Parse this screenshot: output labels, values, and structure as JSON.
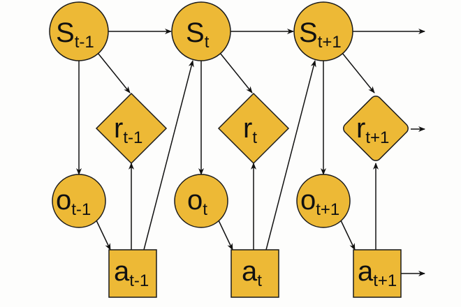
{
  "colors": {
    "node_fill": "#edb936",
    "stroke": "#1a1a1a"
  },
  "columns": [
    {
      "state": {
        "symbol": "S",
        "sub": "t-1"
      },
      "reward": {
        "symbol": "r",
        "sub": "t-1"
      },
      "observation": {
        "symbol": "o",
        "sub": "t-1"
      },
      "action": {
        "symbol": "a",
        "sub": "t-1"
      }
    },
    {
      "state": {
        "symbol": "S",
        "sub": "t"
      },
      "reward": {
        "symbol": "r",
        "sub": "t"
      },
      "observation": {
        "symbol": "o",
        "sub": "t"
      },
      "action": {
        "symbol": "a",
        "sub": "t"
      }
    },
    {
      "state": {
        "symbol": "S",
        "sub": "t+1"
      },
      "reward": {
        "symbol": "r",
        "sub": "t+1"
      },
      "observation": {
        "symbol": "o",
        "sub": "t+1"
      },
      "action": {
        "symbol": "a",
        "sub": "t+1"
      }
    }
  ]
}
